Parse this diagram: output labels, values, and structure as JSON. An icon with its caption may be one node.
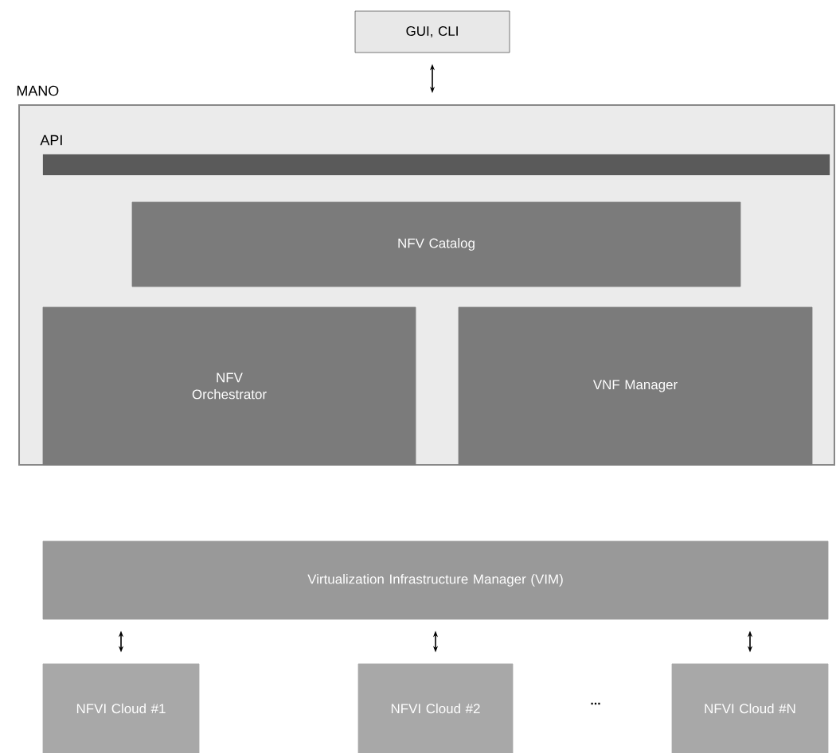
{
  "diagram": {
    "nodes": [
      {
        "text": [
          "GUI, CLI"
        ]
      },
      {
        "text": [
          "MANO"
        ]
      },
      {
        "text": [
          "API"
        ],
        "in": 1
      },
      {
        "text": [
          "NFV Catalog"
        ],
        "in": 1
      },
      {
        "text": [
          "NFV Orchestrator"
        ],
        "in": 1
      },
      {
        "text": [
          "VNF Manager"
        ],
        "in": 1
      },
      {
        "text": [
          "Virtualization Infrastructure Manager (VIM)"
        ]
      },
      {
        "text": [
          "NFVI Cloud #1"
        ]
      },
      {
        "text": [
          "NFVI Cloud #2"
        ]
      },
      {
        "text": [
          "NFVI Cloud #N"
        ]
      }
    ],
    "edges": [
      {
        "from": 0,
        "to": 1,
        "arrow": "both"
      },
      {
        "from": 6,
        "to": 7,
        "arrow": "both"
      },
      {
        "from": 6,
        "to": 8,
        "arrow": "both"
      },
      {
        "from": 6,
        "to": 9,
        "arrow": "both"
      }
    ],
    "labels": [
      "..."
    ]
  }
}
